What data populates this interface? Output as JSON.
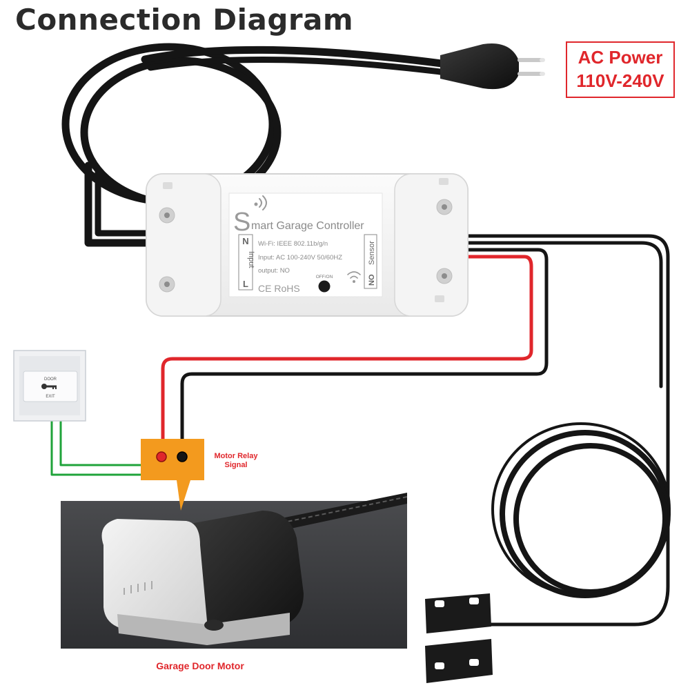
{
  "title": "Connection  Diagram",
  "power": {
    "line1": "AC Power",
    "line2": "110V-240V"
  },
  "controller": {
    "brand_letter": "S",
    "name": "mart Garage Controller",
    "left_terminal": {
      "n": "N",
      "label": "Input",
      "l": "L"
    },
    "right_terminal": {
      "label": "Sensor",
      "no": "NO"
    },
    "spec_wifi": "Wi-Fi: IEEE 802.11b/g/n",
    "spec_input": "Input: AC 100-240V  50/60HZ",
    "spec_output": "output: NO",
    "certs": "CE RoHS",
    "button_label": "OFF/ON"
  },
  "exit_button": {
    "top_text": "DOOR",
    "bottom_text": "EXIT"
  },
  "relay": {
    "label_line1": "Motor Relay",
    "label_line2": "Signal"
  },
  "motor": {
    "label": "Garage Door Motor"
  },
  "colors": {
    "accent_red": "#e0262b",
    "relay_orange": "#f39a1e",
    "wire_green": "#1fa33a",
    "cable_black": "#151515"
  },
  "icons": [
    "power-plug-icon",
    "wifi-icon",
    "key-icon",
    "magnetic-sensor-icon"
  ]
}
